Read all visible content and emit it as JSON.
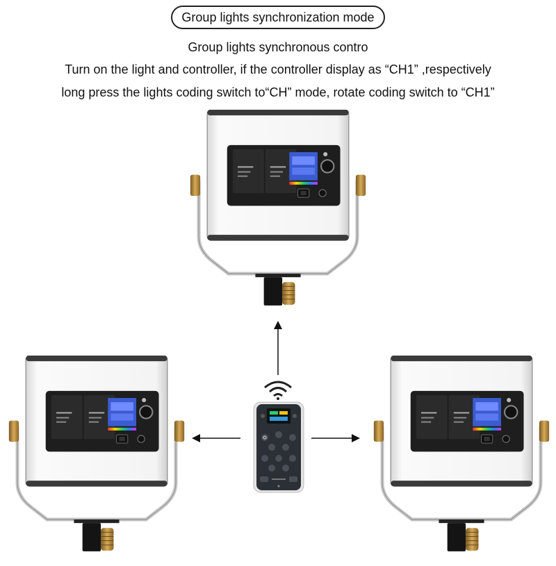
{
  "header": {
    "title": "Group lights synchronization mode",
    "subtitle": "Group lights synchronous contro",
    "line1": "Turn on the light and controller, if the controller display as “CH1” ,respectively",
    "line2": "long press the lights coding switch to“CH” mode, rotate coding switch to “CH1”"
  },
  "colors": {
    "panel": "#f1f1f1",
    "frame": "#c8c8c8",
    "back_panel": "#1e1e1e",
    "knob": "#b88a3c",
    "remote": "#e4e4e4"
  },
  "icons": [
    "wifi-signal-icon",
    "power-icon",
    "arrow-up-icon",
    "arrow-left-icon",
    "arrow-right-icon"
  ]
}
